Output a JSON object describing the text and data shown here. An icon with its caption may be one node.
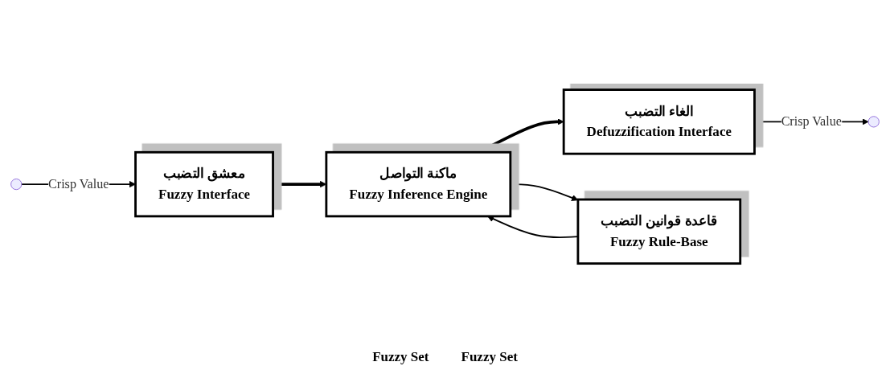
{
  "diagram": {
    "nodes": [
      {
        "text": [
          "قاعدة قوانين التضبب",
          "Fuzzy Rule-Base"
        ]
      },
      {
        "text": [
          "معشق التضبب",
          "Fuzzy Interface"
        ]
      },
      {
        "text": [
          "ماكنة التواصل",
          "Fuzzy Inference Engine"
        ]
      },
      {
        "text": [
          "الغاء التضبب",
          "Defuzzification Interface"
        ]
      }
    ],
    "edges": [
      {
        "from": null,
        "to": 1,
        "arrow": "to",
        "label": "Crisp Value"
      },
      {
        "from": 1,
        "to": 2,
        "arrow": "to",
        "style": "thick"
      },
      {
        "from": 0,
        "to": 2,
        "arrow": "to"
      },
      {
        "from": 2,
        "to": 0,
        "arrow": "to"
      },
      {
        "from": 2,
        "to": 3,
        "arrow": "to",
        "style": "thick"
      },
      {
        "from": 3,
        "to": null,
        "arrow": "to",
        "label": "Crisp Value"
      }
    ],
    "labels": [
      "Fuzzy Set",
      "Fuzzy Set"
    ]
  }
}
